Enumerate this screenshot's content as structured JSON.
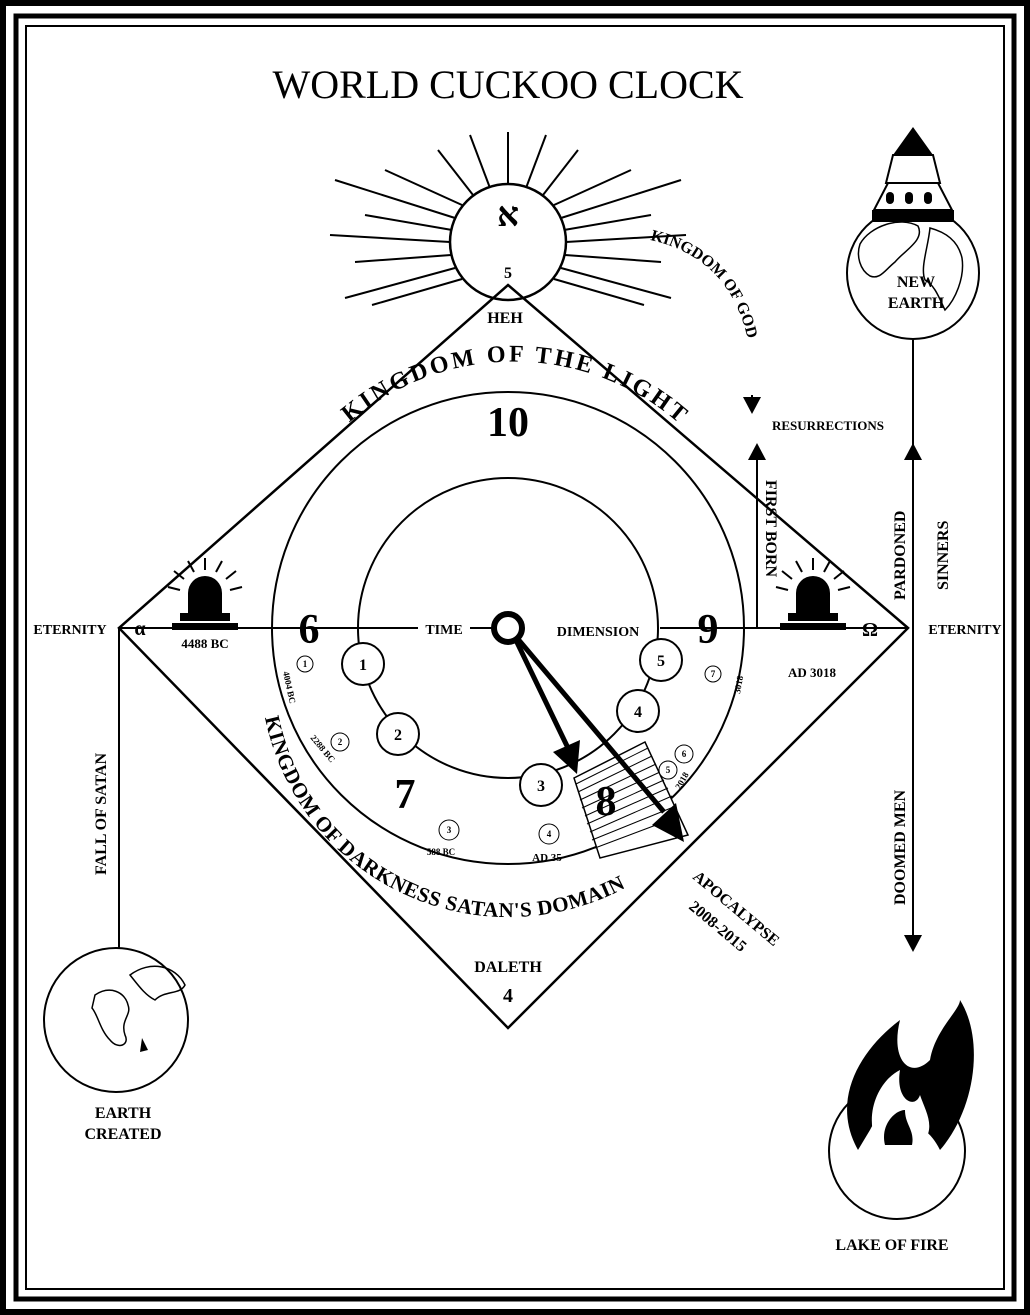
{
  "title": "WORLD CUCKOO CLOCK",
  "sun": {
    "letter": "א",
    "number": "5",
    "label": "HEH"
  },
  "kingdom_of_god": "KINGDOM OF GOD",
  "kingdom_light": "KINGDOM OF THE LIGHT",
  "kingdom_darkness": "KINGDOM OF DARKNESS SATAN'S DOMAIN",
  "numbers": {
    "n10": "10",
    "n6": "6",
    "n9": "9",
    "n7": "7",
    "n8": "8"
  },
  "time": "TIME",
  "dimension": "DIMENSION",
  "left_alarm": {
    "date": "4488 BC",
    "alpha": "α",
    "eternity": "ETERNITY"
  },
  "right_alarm": {
    "date": "AD 3018",
    "omega": "Ω",
    "eternity": "ETERNITY"
  },
  "resurrections": "RESURRECTIONS",
  "first_born": "FIRST BORN",
  "pardoned_sinners": [
    "PARDONED",
    "SINNERS"
  ],
  "doomed_men": "DOOMED MEN",
  "fall_of_satan": "FALL OF SATAN",
  "earth_created": [
    "EARTH",
    "CREATED"
  ],
  "new_earth": [
    "NEW",
    "EARTH"
  ],
  "lake_of_fire": "LAKE OF FIRE",
  "daleth": {
    "label": "DALETH",
    "number": "4"
  },
  "apocalypse": [
    "APOCALYPSE",
    "2008-2015"
  ],
  "inner_markers": [
    "1",
    "2",
    "3",
    "4",
    "5"
  ],
  "outer_markers": [
    {
      "n": "1",
      "date": "4004 BC"
    },
    {
      "n": "2",
      "date": "2288 BC"
    },
    {
      "n": "3",
      "date": "588 BC"
    },
    {
      "n": "4",
      "date": "AD 35"
    },
    {
      "n": "5",
      "n2": "6",
      "date": "2018"
    },
    {
      "n": "7",
      "date": "3018"
    }
  ]
}
